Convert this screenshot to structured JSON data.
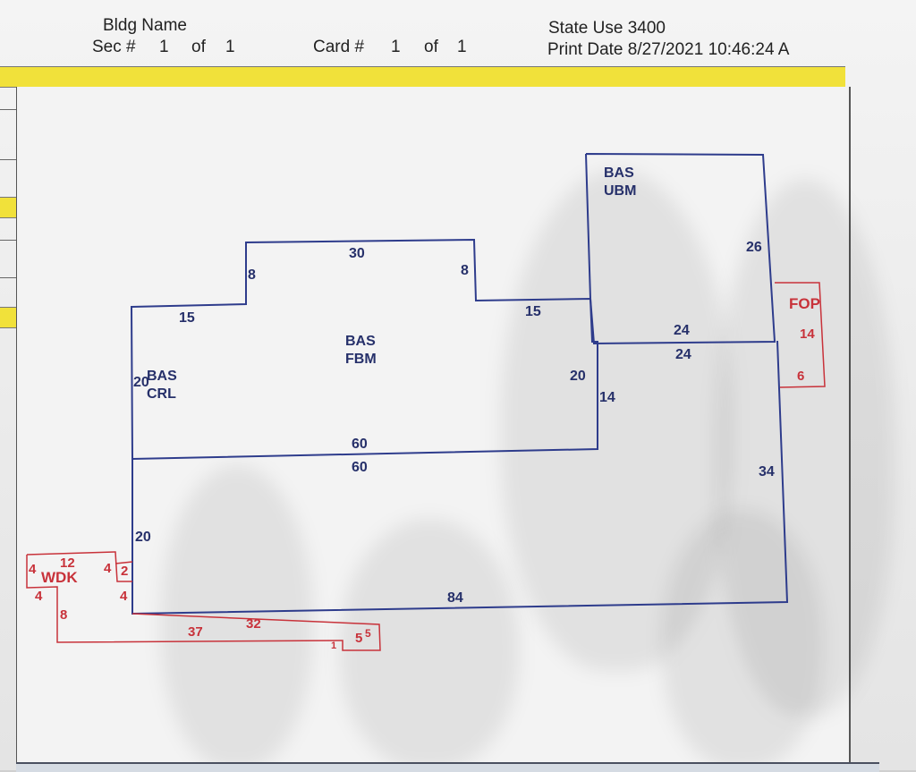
{
  "header": {
    "bldg_name_label": "Bldg Name",
    "sec_label": "Sec #",
    "sec_num": "1",
    "sec_of": "of",
    "sec_total": "1",
    "card_label": "Card #",
    "card_num": "1",
    "card_of": "of",
    "card_total": "1",
    "state_use": "State Use 3400",
    "print_date": "Print Date 8/27/2021 10:46:24 A"
  },
  "sketch": {
    "areas": {
      "bas_fbm_line1": "BAS",
      "bas_fbm_line2": "FBM",
      "bas_ubm_line1": "BAS",
      "bas_ubm_line2": "UBM",
      "bas_crl_line1": "BAS",
      "bas_crl_line2": "CRL",
      "fop": "FOP",
      "wdk": "WDK"
    },
    "dims_blue": {
      "top_30": "30",
      "left_step_8": "8",
      "right_step_8": "8",
      "left_15": "15",
      "right_15": "15",
      "ubm_26": "26",
      "ubm_24_top": "24",
      "ubm_24_bottom": "24",
      "fbm_20_left": "20",
      "fbm_20_right": "20",
      "ubm_14": "14",
      "fbm_60_top": "60",
      "crl_60_bottom": "60",
      "crl_34": "34",
      "crl_20": "20",
      "crl_84": "84"
    },
    "dims_red": {
      "fop_14": "14",
      "fop_6": "6",
      "wdk_4_left": "4",
      "wdk_12": "12",
      "wdk_4_right": "4",
      "wdk_2": "2",
      "wdk_4_bottom_left": "4",
      "wdk_4_bottom_right": "4",
      "wdk_8": "8",
      "wdk_37": "37",
      "wdk_32": "32",
      "wdk_1": "1",
      "wdk_5a": "5",
      "wdk_5b": "5"
    },
    "colors": {
      "outline_blue": "#2e3c8c",
      "text_blue": "#26306a",
      "outline_red": "#c8323a",
      "band_yellow": "#f1e13a"
    }
  }
}
